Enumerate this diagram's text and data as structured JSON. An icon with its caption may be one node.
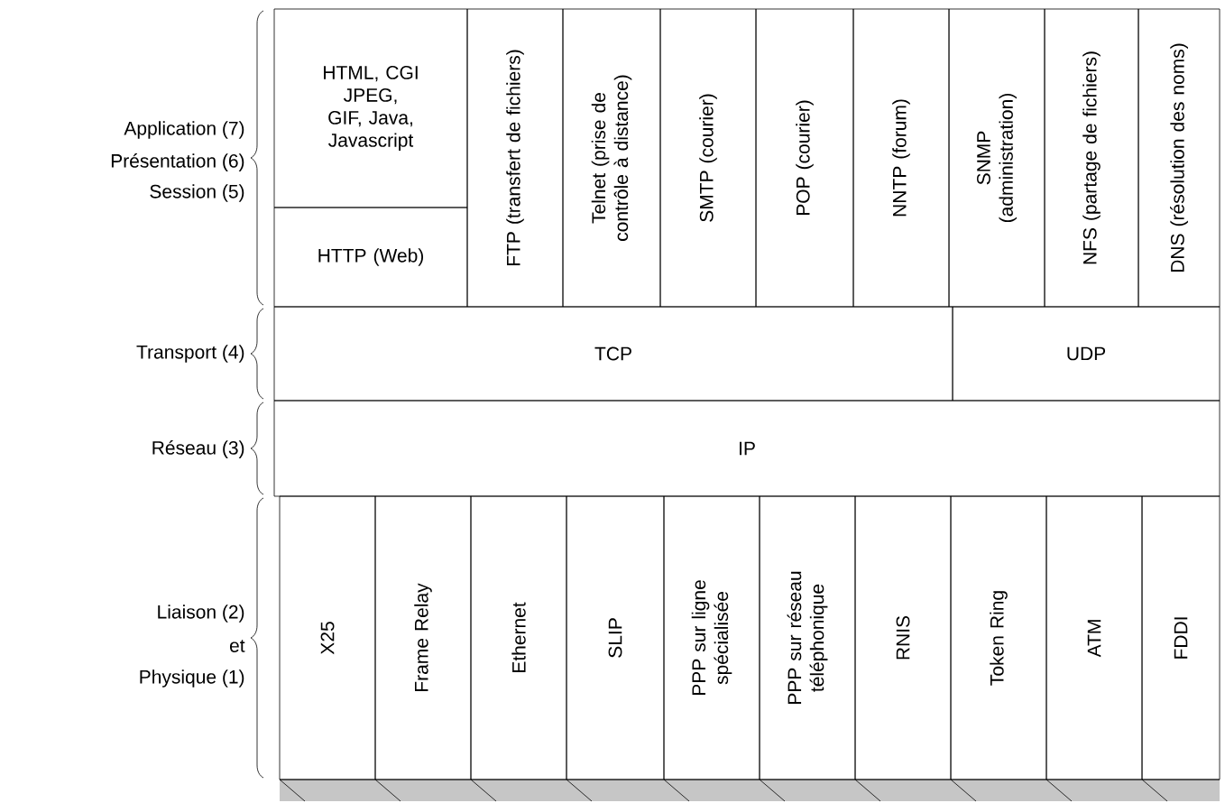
{
  "diagram": {
    "nodes": [
      {
        "text": [
          "HTML, CGI JPEG, GIF, Java, Javascript"
        ]
      },
      {
        "text": [
          "HTTP (Web)"
        ]
      },
      {
        "text": [
          "FTP (transfert de fichiers)"
        ]
      },
      {
        "text": [
          "Telnet (prise de contrôle à distance)"
        ]
      },
      {
        "text": [
          "SMTP (courier)"
        ]
      },
      {
        "text": [
          "POP (courier)"
        ]
      },
      {
        "text": [
          "NNTP (forum)"
        ]
      },
      {
        "text": [
          "SNMP (administration)"
        ]
      },
      {
        "text": [
          "NFS (partage de fichiers)"
        ]
      },
      {
        "text": [
          "DNS (résolution des noms)"
        ]
      },
      {
        "text": [
          "TCP"
        ]
      },
      {
        "text": [
          "UDP"
        ]
      },
      {
        "text": [
          "IP"
        ]
      },
      {
        "text": [
          "X25"
        ]
      },
      {
        "text": [
          "Frame Relay"
        ]
      },
      {
        "text": [
          "Ethernet"
        ]
      },
      {
        "text": [
          "SLIP"
        ]
      },
      {
        "text": [
          "PPP sur ligne spécialisée"
        ]
      },
      {
        "text": [
          "PPP sur réseau téléphonique"
        ]
      },
      {
        "text": [
          "RNIS"
        ]
      },
      {
        "text": [
          "Token Ring"
        ]
      },
      {
        "text": [
          "ATM"
        ]
      },
      {
        "text": [
          "FDDI"
        ]
      }
    ],
    "labels": [
      "Application (7)",
      "Présentation (6)",
      "Session (5)",
      "Transport (4)",
      "Réseau (3)",
      "Liaison (2)",
      "et",
      "Physique (1)"
    ]
  }
}
